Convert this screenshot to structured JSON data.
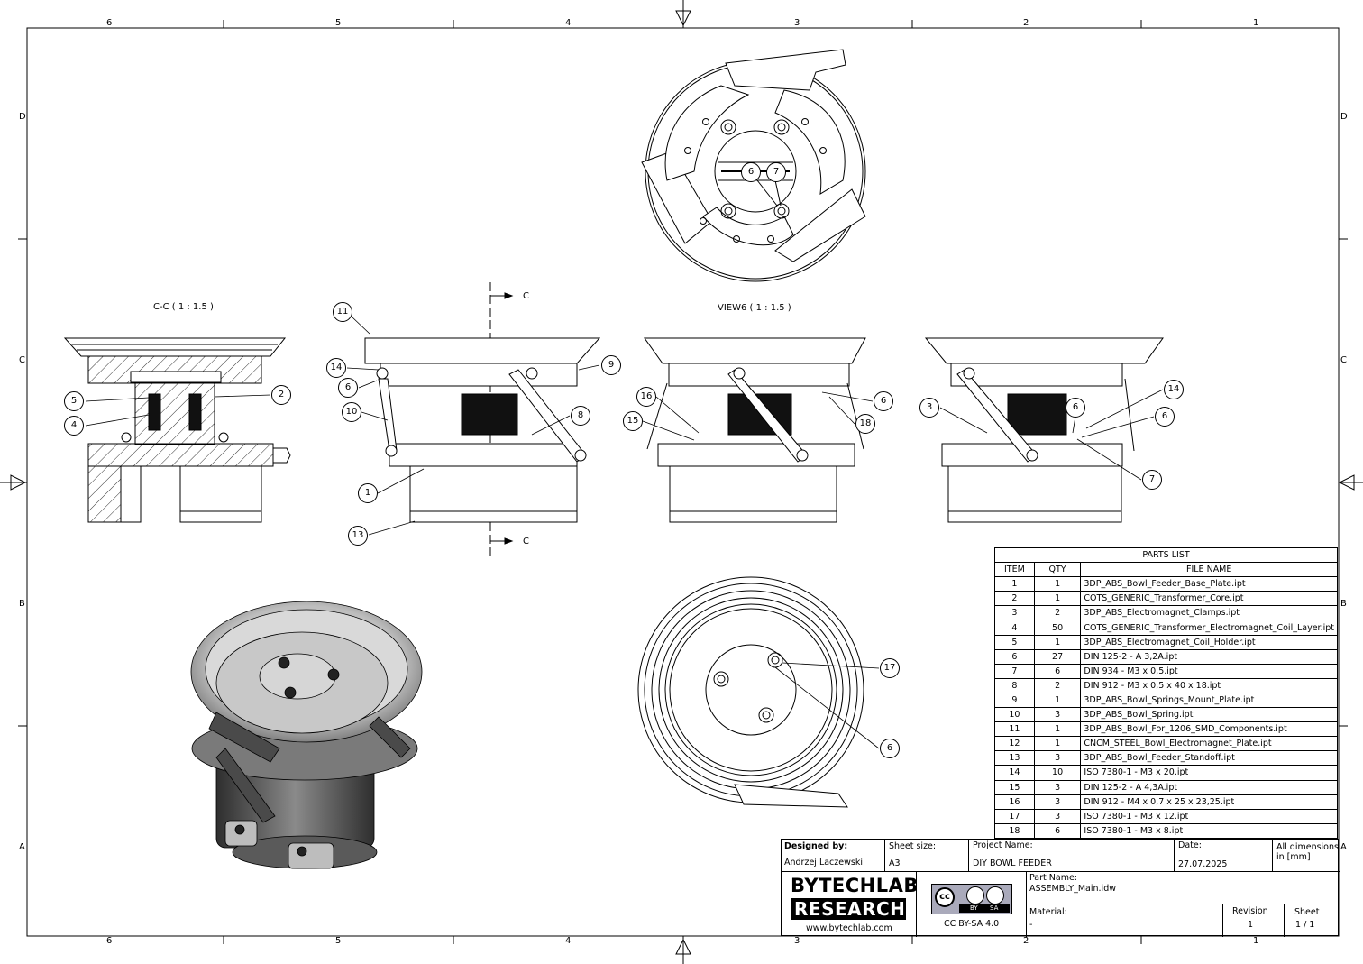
{
  "zones": {
    "columns": [
      "6",
      "5",
      "4",
      "3",
      "2",
      "1"
    ],
    "rows": [
      "D",
      "C",
      "B",
      "A"
    ]
  },
  "views": {
    "section_label": "C-C ( 1 : 1.5 )",
    "view6_label": "VIEW6 ( 1 : 1.5 )",
    "cut_letter": "C"
  },
  "balloons": {
    "top_view": [
      "6",
      "7"
    ],
    "section": [
      "5",
      "4",
      "2"
    ],
    "front": [
      "11",
      "14",
      "6",
      "10",
      "1",
      "13",
      "9",
      "8"
    ],
    "view6": [
      "16",
      "15",
      "6",
      "18"
    ],
    "side": [
      "3",
      "14",
      "6",
      "6",
      "7"
    ],
    "bottom": [
      "17",
      "6"
    ]
  },
  "parts_list": {
    "title": "PARTS LIST",
    "headers": [
      "ITEM",
      "QTY",
      "FILE NAME"
    ],
    "rows": [
      [
        "1",
        "1",
        "3DP_ABS_Bowl_Feeder_Base_Plate.ipt"
      ],
      [
        "2",
        "1",
        "COTS_GENERIC_Transformer_Core.ipt"
      ],
      [
        "3",
        "2",
        "3DP_ABS_Electromagnet_Clamps.ipt"
      ],
      [
        "4",
        "50",
        "COTS_GENERIC_Transformer_Electromagnet_Coil_Layer.ipt"
      ],
      [
        "5",
        "1",
        "3DP_ABS_Electromagnet_Coil_Holder.ipt"
      ],
      [
        "6",
        "27",
        "DIN 125-2 - A 3,2A.ipt"
      ],
      [
        "7",
        "6",
        "DIN 934 - M3 x 0,5.ipt"
      ],
      [
        "8",
        "2",
        "DIN 912 - M3 x 0,5 x 40 x 18.ipt"
      ],
      [
        "9",
        "1",
        "3DP_ABS_Bowl_Springs_Mount_Plate.ipt"
      ],
      [
        "10",
        "3",
        "3DP_ABS_Bowl_Spring.ipt"
      ],
      [
        "11",
        "1",
        "3DP_ABS_Bowl_For_1206_SMD_Components.ipt"
      ],
      [
        "12",
        "1",
        "CNCM_STEEL_Bowl_Electromagnet_Plate.ipt"
      ],
      [
        "13",
        "3",
        "3DP_ABS_Bowl_Feeder_Standoff.ipt"
      ],
      [
        "14",
        "10",
        "ISO 7380-1 - M3 x 20.ipt"
      ],
      [
        "15",
        "3",
        "DIN 125-2 - A 4,3A.ipt"
      ],
      [
        "16",
        "3",
        "DIN 912 - M4 x 0,7 x 25 x 23,25.ipt"
      ],
      [
        "17",
        "3",
        "ISO 7380-1 - M3 x 12.ipt"
      ],
      [
        "18",
        "6",
        "ISO 7380-1 - M3 x 8.ipt"
      ]
    ]
  },
  "title_block": {
    "designed_by_label": "Designed by:",
    "designed_by": "Andrzej Laczewski",
    "sheet_size_label": "Sheet size:",
    "sheet_size": "A3",
    "project_name_label": "Project Name:",
    "project_name": "DIY BOWL FEEDER",
    "date_label": "Date:",
    "date": "27.07.2025",
    "dimensions_note_1": "All dimensions",
    "dimensions_note_2": "in [mm]",
    "logo_line1": "BYTECHLAB",
    "logo_line2": "RESEARCH",
    "website": "www.bytechlab.com",
    "license": "CC BY-SA 4.0",
    "license_badge_cc": "cc",
    "license_badge_by": "BY",
    "license_badge_sa": "SA",
    "part_name_label": "Part Name:",
    "part_name": "ASSEMBLY_Main.idw",
    "material_label": "Material:",
    "material": "-",
    "revision_label": "Revision",
    "revision": "1",
    "sheet_label": "Sheet",
    "sheet": "1 / 1"
  },
  "colors": {
    "line": "#000000",
    "metal_dark": "#3a3a3a",
    "metal_mid": "#8a8a8a",
    "metal_light": "#d4d4d4"
  }
}
